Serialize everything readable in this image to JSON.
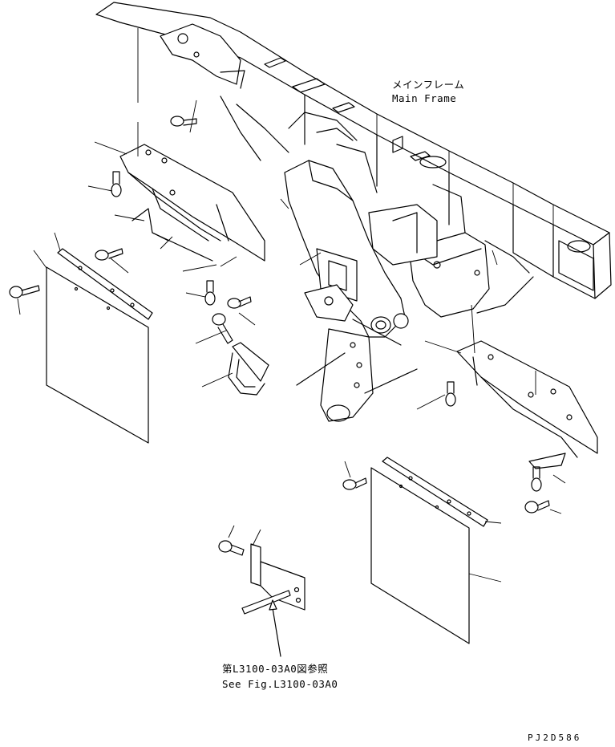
{
  "labels": {
    "main_frame_jp": "メインフレーム",
    "main_frame_en": "Main Frame",
    "see_fig_jp": "第L3100-03A0図参照",
    "see_fig_en": "See Fig.L3100-03A0",
    "drawing_code": "PJ2D586"
  }
}
